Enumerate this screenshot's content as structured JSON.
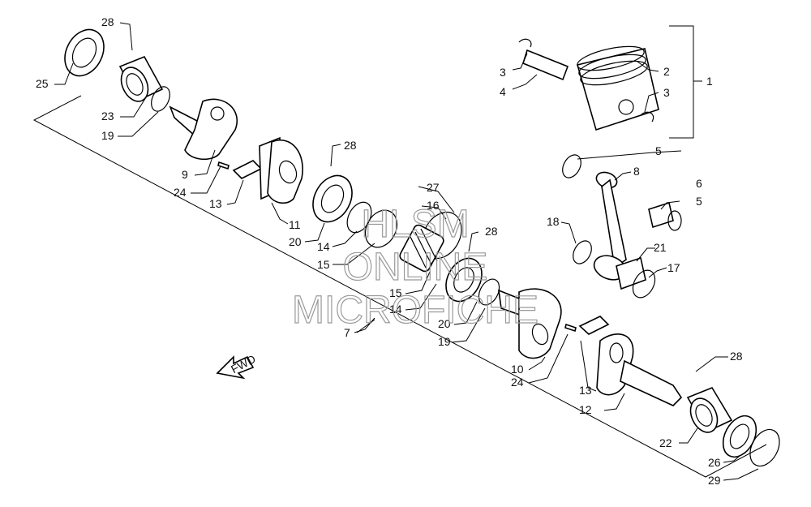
{
  "diagram": {
    "callouts": [
      "1",
      "2",
      "3",
      "3",
      "4",
      "5",
      "5",
      "6",
      "7",
      "8",
      "9",
      "10",
      "11",
      "12",
      "13",
      "13",
      "14",
      "14",
      "15",
      "15",
      "16",
      "17",
      "18",
      "19",
      "19",
      "20",
      "20",
      "21",
      "22",
      "23",
      "24",
      "24",
      "25",
      "26",
      "27",
      "28",
      "28",
      "28",
      "28",
      "29"
    ],
    "fwd_label": "FWD",
    "watermark": [
      "HLSM",
      "ONLINE",
      "MICROFICHE"
    ]
  }
}
